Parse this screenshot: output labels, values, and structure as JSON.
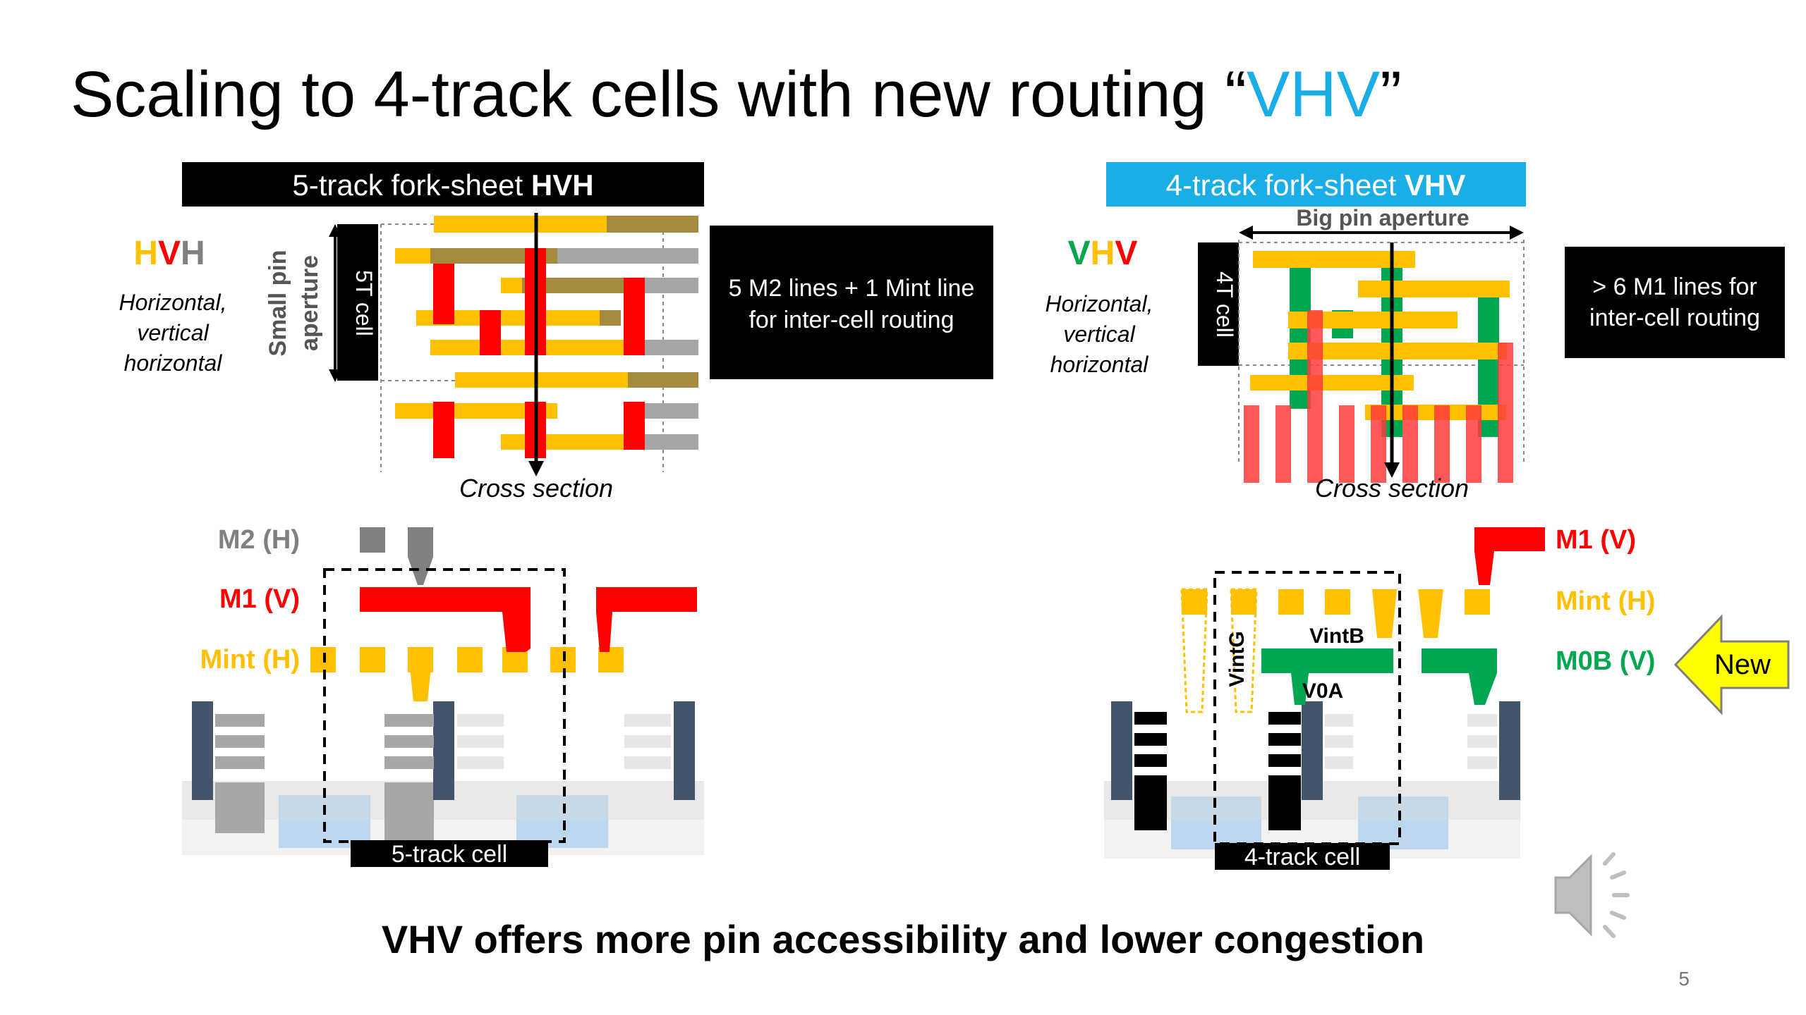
{
  "slide": {
    "title_main": "Scaling to 4-track cells with new routing ",
    "title_quote_open": "“",
    "title_highlight": "VHV",
    "title_quote_close": "”",
    "bottom_caption": "VHV offers more pin accessibility and lower congestion",
    "page_number": "5"
  },
  "left": {
    "header_plain": "5-track fork-sheet ",
    "header_bold": "HVH",
    "legend_letters": [
      "H",
      "V",
      "H"
    ],
    "legend_desc": [
      "Horizontal,",
      "vertical",
      "horizontal"
    ],
    "small_pin_label": [
      "Small pin",
      "aperture"
    ],
    "cell_height_label": "5T cell",
    "info_box": [
      "5 M2 lines + 1 Mint line",
      "for inter-cell routing"
    ],
    "cross_section_label": "Cross section",
    "layer_labels": [
      "M2 (H)",
      "M1 (V)",
      "Mint (H)"
    ],
    "cell_label": "5-track cell"
  },
  "right": {
    "header_plain": "4-track fork-sheet ",
    "header_bold": "VHV",
    "legend_letters": [
      "V",
      "H",
      "V"
    ],
    "legend_desc": [
      "Horizontal,",
      "vertical",
      "horizontal"
    ],
    "big_pin_label": "Big pin aperture",
    "cell_height_label": "4T cell",
    "info_box": [
      "> 6 M1 lines for",
      "inter-cell routing"
    ],
    "cross_section_label": "Cross section",
    "layer_labels": [
      "M1 (V)",
      "Mint (H)",
      "M0B (V)"
    ],
    "via_labels": [
      "VintB",
      "VintG",
      "V0A"
    ],
    "new_arrow_label": "New",
    "cell_label": "4-track cell"
  },
  "colors": {
    "accent_blue": "#1AADE6",
    "mint_yellow": "#FFC000",
    "m1_red": "#FF0000",
    "m2_gray": "#808080",
    "m0b_green": "#00A650",
    "dark_slate": "#44546A",
    "new_arrow_fill": "#FFFF00"
  },
  "icons": [
    "speaker-icon",
    "new-arrow-icon"
  ]
}
